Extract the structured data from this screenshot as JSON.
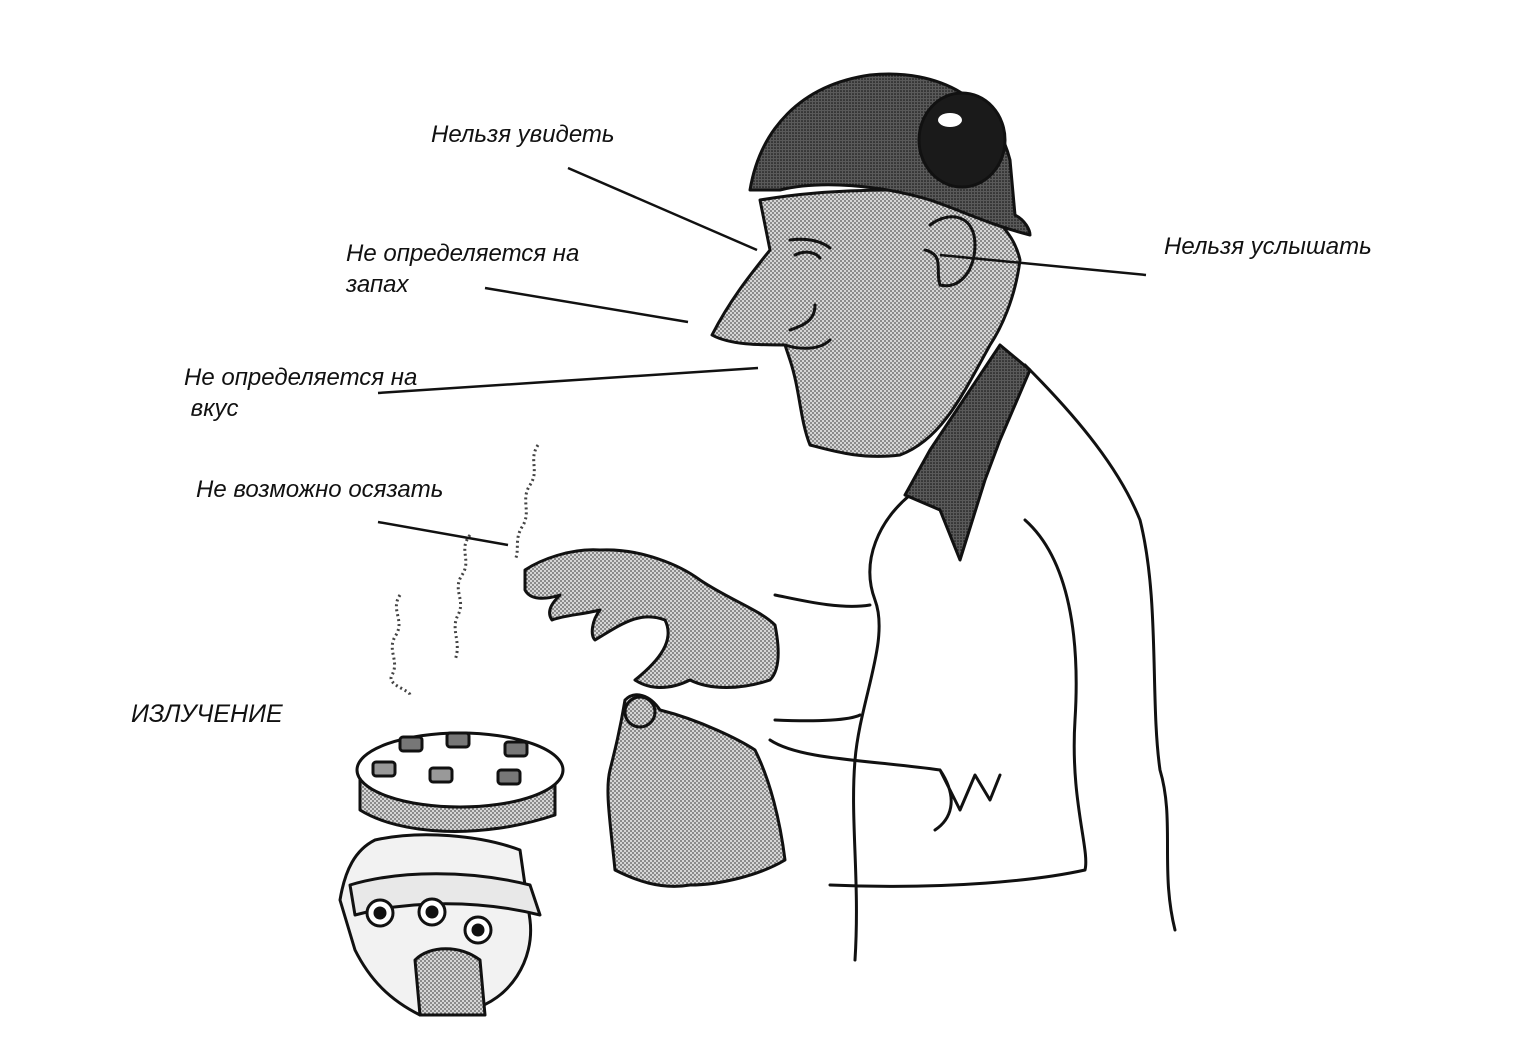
{
  "labels": {
    "cannot_see": "Нельзя увидеть",
    "cannot_hear": "Нельзя услышать",
    "no_smell_line1": "Не определяется на",
    "no_smell_line2": "запах",
    "no_taste_line1": "Не определяется на",
    "no_taste_line2": " вкус",
    "cannot_touch": "Не возможно осязать",
    "radiation": "ИЗЛУЧЕНИЕ"
  },
  "colors": {
    "ink": "#111111",
    "shade": "#b8b8b8",
    "dark_shade": "#4a4a4a",
    "background": "#ffffff"
  }
}
